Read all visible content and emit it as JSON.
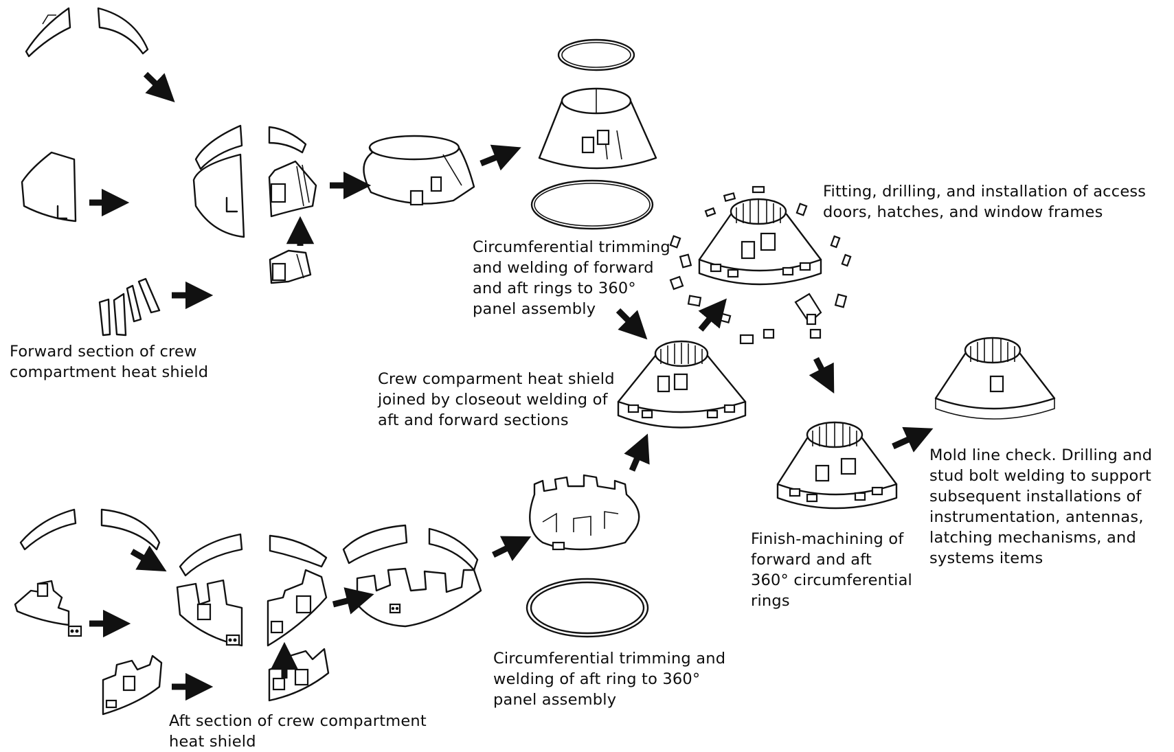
{
  "captions": {
    "forward_section": [
      "Forward section of crew",
      "compartment heat shield"
    ],
    "aft_section": [
      "Aft section of crew compartment",
      "heat shield"
    ],
    "trim_forward_aft": [
      "Circumferential trimming",
      "and welding of forward",
      "and aft rings to 360°",
      "panel assembly"
    ],
    "trim_aft": [
      "Circumferential trimming and",
      "welding of aft ring to 360°",
      "panel assembly"
    ],
    "closeout_weld": [
      "Crew comparment heat shield",
      "joined by closeout welding of",
      "aft and forward sections"
    ],
    "fitting": [
      "Fitting, drilling, and installation of access",
      "doors, hatches, and window frames"
    ],
    "finish_machining": [
      "Finish-machining of",
      "forward and aft",
      "360° circumferential",
      "rings"
    ],
    "mold_line": [
      "Mold line check. Drilling and",
      "stud bolt welding to support",
      "subsequent installations of",
      "instrumentation, antennas,",
      "latching mechanisms, and",
      "systems items"
    ]
  }
}
